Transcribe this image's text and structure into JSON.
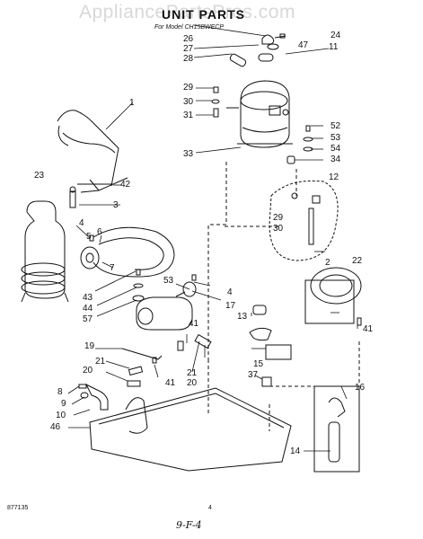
{
  "watermark": "AppliancePartsPros.com",
  "title": "UNIT PARTS",
  "subtitle": "For Model CH15BWECP",
  "footer": {
    "code": "877135",
    "page": "4",
    "handwritten": "9-F-4"
  },
  "callouts": {
    "c1": "1",
    "c2": "2",
    "c3": "3",
    "c4a": "4",
    "c4b": "4",
    "c5": "5",
    "c6": "6",
    "c7": "7",
    "c8": "8",
    "c9": "9",
    "c10": "10",
    "c11": "11",
    "c12": "12",
    "c13": "13",
    "c14": "14",
    "c15": "15",
    "c16": "16",
    "c17": "17",
    "c19": "19",
    "c20a": "20",
    "c20b": "20",
    "c21a": "21",
    "c21b": "21",
    "c22": "22",
    "c23": "23",
    "c24": "24",
    "c26": "26",
    "c27": "27",
    "c28": "28",
    "c29a": "29",
    "c29b": "29",
    "c30a": "30",
    "c30b": "30",
    "c31": "31",
    "c33": "33",
    "c34": "34",
    "c37": "37",
    "c41a": "41",
    "c41b": "41",
    "c41c": "41",
    "c42": "42",
    "c43": "43",
    "c44": "44",
    "c46": "46",
    "c47": "47",
    "c52": "52",
    "c53": "53",
    "c53b": "53",
    "c54": "54",
    "c57": "57"
  }
}
